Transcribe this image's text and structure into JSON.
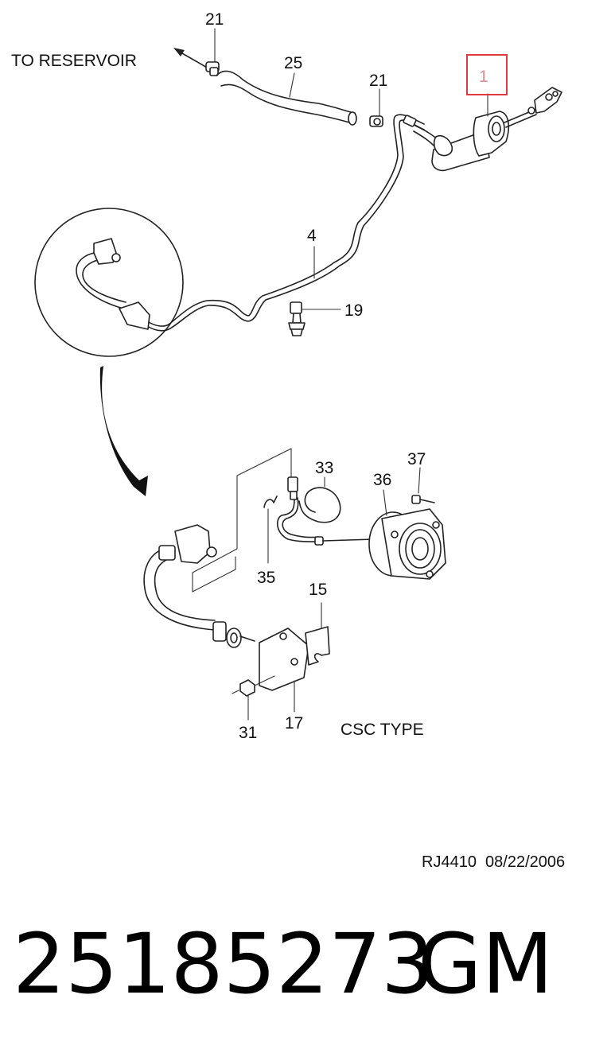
{
  "diagram": {
    "reservoir_label": "TO RESERVOIR",
    "csc_type_label": "CSC TYPE",
    "reference_code": "RJ4410  08/22/2006",
    "callouts": {
      "c1": "1",
      "c4": "4",
      "c15": "15",
      "c17": "17",
      "c19": "19",
      "c21a": "21",
      "c21b": "21",
      "c25": "25",
      "c31": "31",
      "c33": "33",
      "c35": "35",
      "c36": "36",
      "c37": "37"
    },
    "highlight_color": "#e0393e"
  },
  "footer": {
    "part_number": "25185273",
    "brand": "GM"
  }
}
